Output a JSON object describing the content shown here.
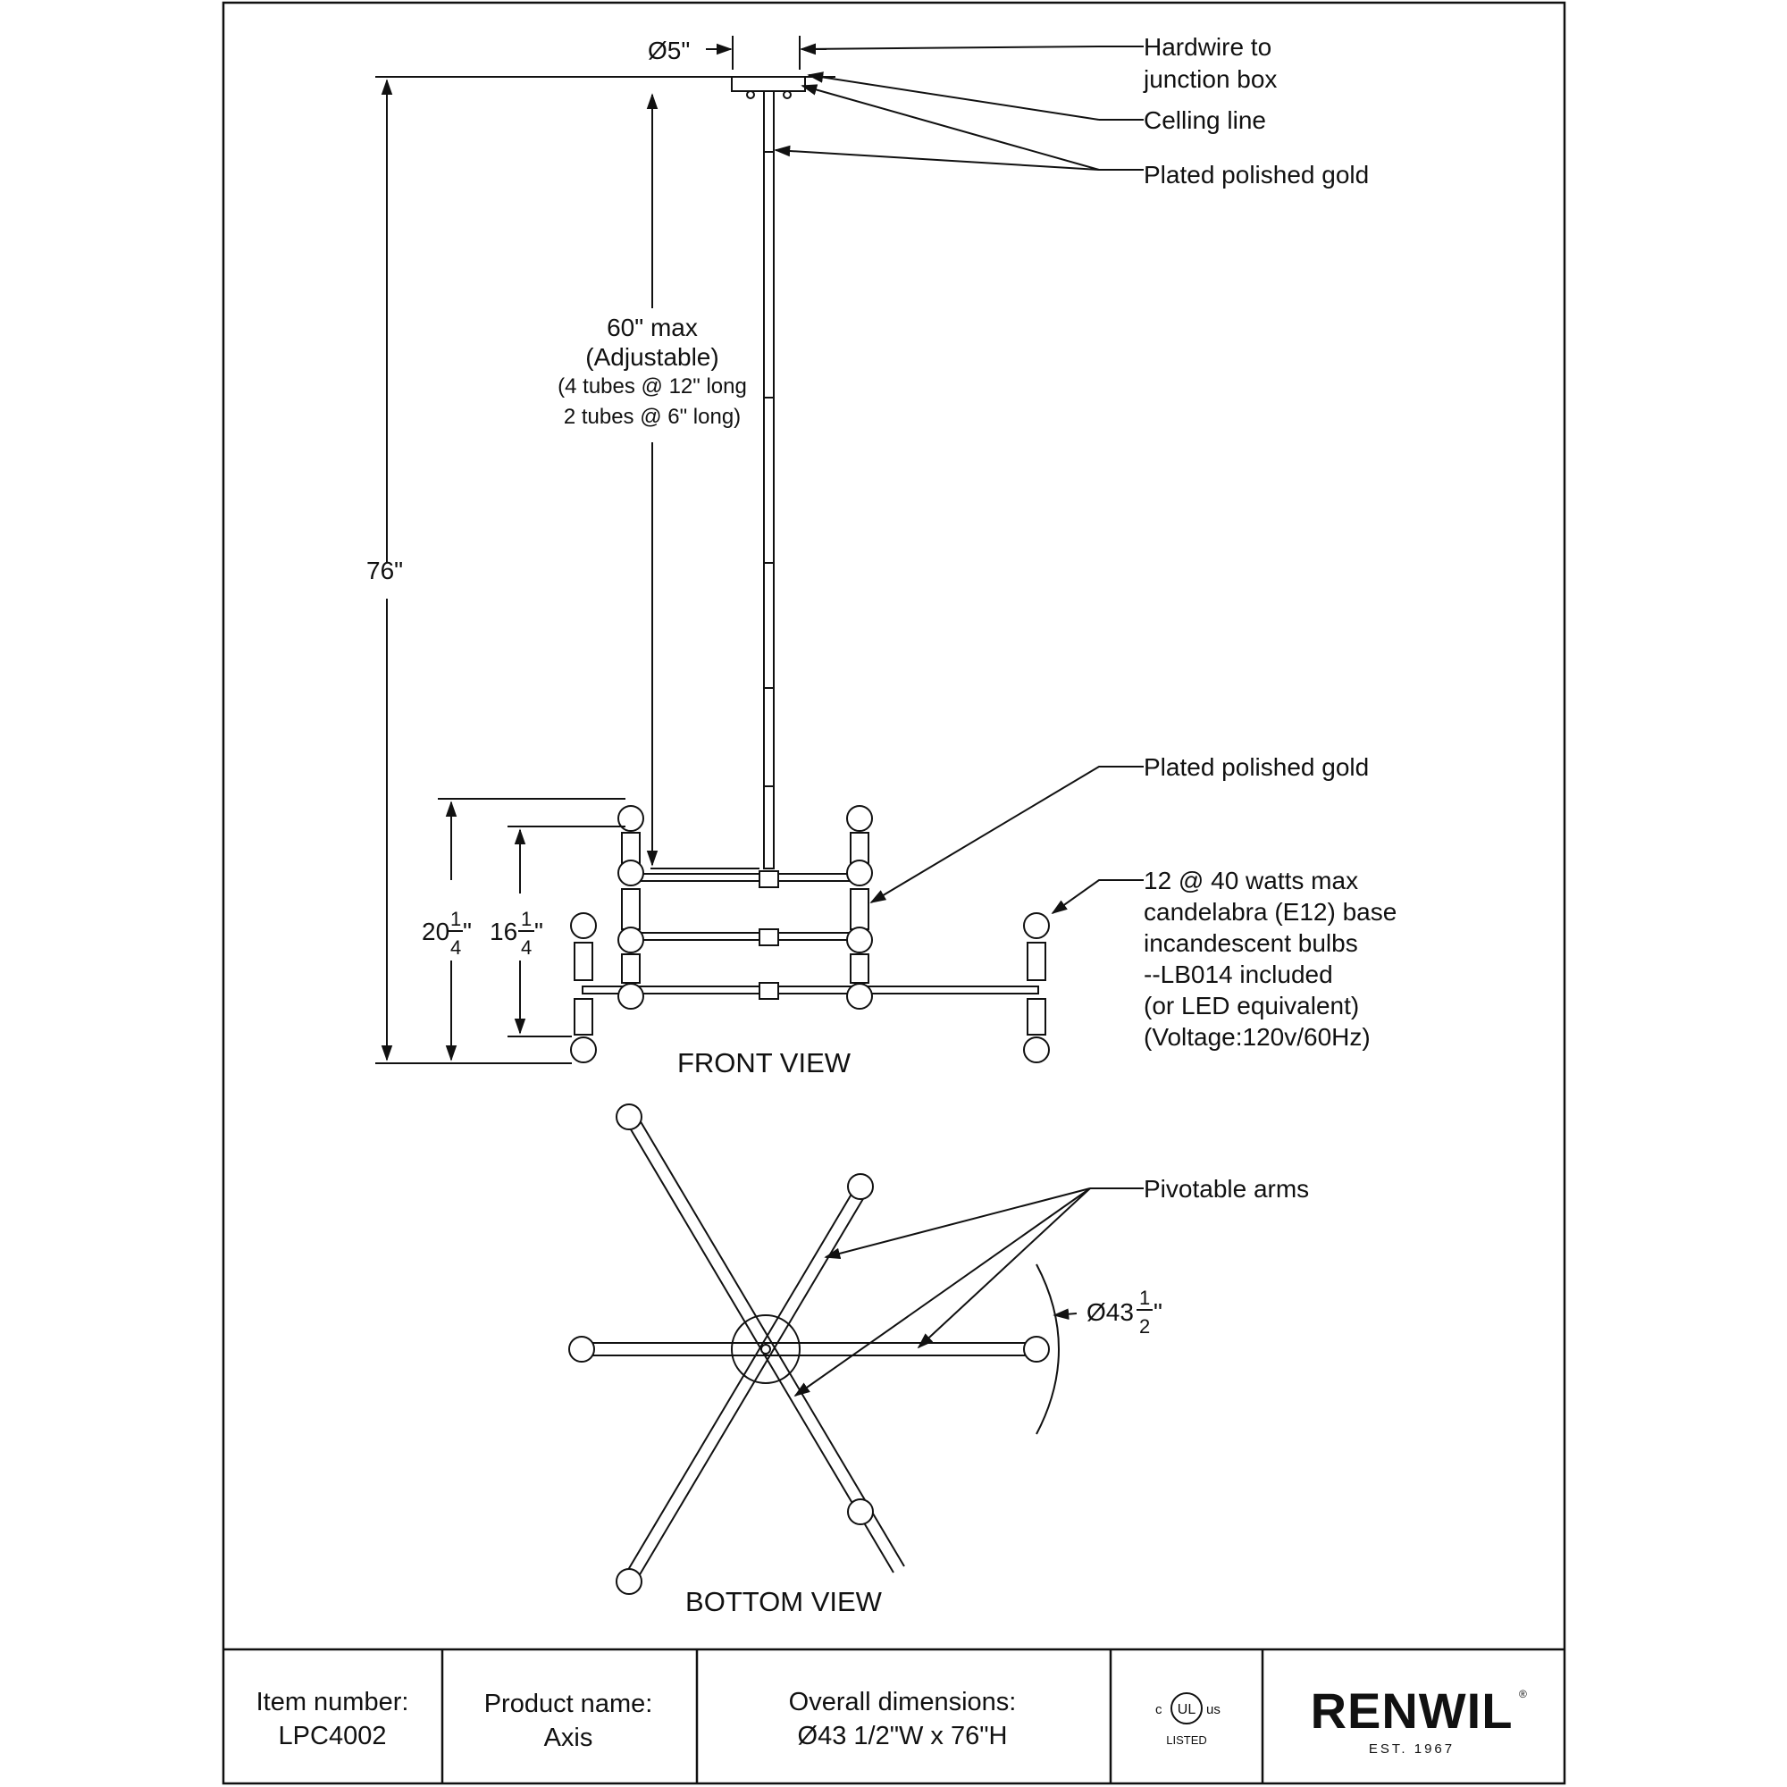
{
  "front_view": {
    "label": "FRONT VIEW",
    "dimensions": {
      "canopy_diameter": "Ø5\"",
      "overall_height": "76\"",
      "stem_length": "60\" max",
      "stem_note_1": "(Adjustable)",
      "stem_note_2": "(4 tubes @ 12\" long",
      "stem_note_3": "2 tubes @ 6\" long)",
      "body_height_whole": "20",
      "body_height_frac_num": "1",
      "body_height_frac_den": "4",
      "body_height_unit": "\"",
      "inner_height_whole": "16",
      "inner_height_frac_num": "1",
      "inner_height_frac_den": "4",
      "inner_height_unit": "\""
    },
    "callouts": {
      "hardwire_1": "Hardwire to",
      "hardwire_2": "junction box",
      "ceiling": "Celling line",
      "finish_top": "Plated polished gold",
      "finish_body": "Plated polished gold",
      "bulbs_1": "12 @ 40 watts max",
      "bulbs_2": "candelabra (E12) base",
      "bulbs_3": "incandescent bulbs",
      "bulbs_4": "--LB014 included",
      "bulbs_5": "(or LED equivalent)",
      "bulbs_6": "(Voltage:120v/60Hz)"
    }
  },
  "bottom_view": {
    "label": "BOTTOM VIEW",
    "arms_callout": "Pivotable arms",
    "diameter_prefix": "Ø43",
    "diameter_frac_num": "1",
    "diameter_frac_den": "2",
    "diameter_unit": "\""
  },
  "title_block": {
    "item_label": "Item number:",
    "item_value": "LPC4002",
    "product_label": "Product name:",
    "product_value": "Axis",
    "dims_label": "Overall dimensions:",
    "dims_value": "Ø43 1/2\"W x 76\"H",
    "cert_c": "c",
    "cert_ul": "UL",
    "cert_us": "us",
    "cert_listed": "LISTED",
    "brand": "RENWIL",
    "brand_mark": "®",
    "brand_est": "EST. 1967"
  }
}
